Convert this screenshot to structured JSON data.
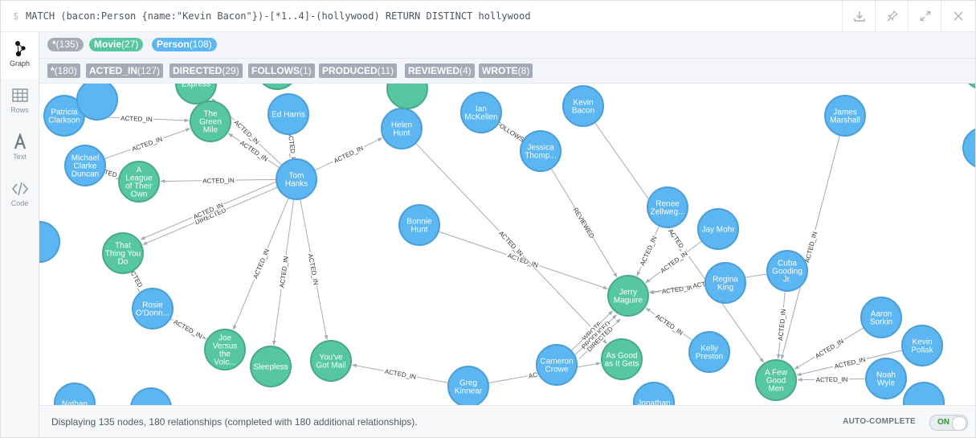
{
  "query": {
    "prompt": "$",
    "text": "MATCH (bacon:Person {name:\"Kevin Bacon\"})-[*1..4]-(hollywood) RETURN DISTINCT hollywood"
  },
  "toolbar": {
    "icons": [
      "download-icon",
      "pin-icon",
      "expand-icon",
      "close-icon"
    ]
  },
  "sidebar": {
    "items": [
      {
        "label": "Graph",
        "icon": "graph-icon",
        "active": true
      },
      {
        "label": "Rows",
        "icon": "table-icon",
        "active": false
      },
      {
        "label": "Text",
        "icon": "text-icon",
        "active": false
      },
      {
        "label": "Code",
        "icon": "code-icon",
        "active": false
      }
    ]
  },
  "labels": {
    "all": {
      "name": "*",
      "count": "(135)",
      "color": "#a5abb6"
    },
    "movie": {
      "name": "Movie",
      "count": "(27)",
      "color": "#57c7a3"
    },
    "person": {
      "name": "Person",
      "count": "(108)",
      "color": "#5bb6f2"
    }
  },
  "relationships": [
    {
      "name": "*",
      "count": "(180)"
    },
    {
      "name": "ACTED_IN",
      "count": "(127)"
    },
    {
      "name": "DIRECTED",
      "count": "(29)"
    },
    {
      "name": "FOLLOWS",
      "count": "(1)"
    },
    {
      "name": "PRODUCED",
      "count": "(11)"
    },
    {
      "name": "REVIEWED",
      "count": "(4)"
    },
    {
      "name": "WROTE",
      "count": "(8)"
    }
  ],
  "colors": {
    "movie_fill": "#57c7a3",
    "movie_stroke": "#4aa985",
    "person_fill": "#5bb6f2",
    "person_stroke": "#4b9ed6",
    "edge": "#a5abb6"
  },
  "graph": {
    "nodes": [
      {
        "id": "patricia",
        "type": "person",
        "lines": [
          "Patricia",
          "Clarkson"
        ]
      },
      {
        "id": "michael",
        "type": "person",
        "lines": [
          "Michael",
          "Clarke",
          "Duncan"
        ]
      },
      {
        "id": "ed",
        "type": "person",
        "lines": [
          "Ed Harris"
        ]
      },
      {
        "id": "helen",
        "type": "person",
        "lines": [
          "Helen",
          "Hunt"
        ]
      },
      {
        "id": "ian",
        "type": "person",
        "lines": [
          "Ian",
          "McKellen"
        ]
      },
      {
        "id": "kevinb",
        "type": "person",
        "lines": [
          "Kevin",
          "Bacon"
        ]
      },
      {
        "id": "jessica",
        "type": "person",
        "lines": [
          "Jessica",
          "Thomp..."
        ]
      },
      {
        "id": "james",
        "type": "person",
        "lines": [
          "James",
          "Marshall"
        ]
      },
      {
        "id": "tom",
        "type": "person",
        "lines": [
          "Tom",
          "Hanks"
        ]
      },
      {
        "id": "bonnie",
        "type": "person",
        "lines": [
          "Bonnie",
          "Hunt"
        ]
      },
      {
        "id": "renee",
        "type": "person",
        "lines": [
          "Renee",
          "Zellweg..."
        ]
      },
      {
        "id": "jay",
        "type": "person",
        "lines": [
          "Jay Mohr"
        ]
      },
      {
        "id": "regina",
        "type": "person",
        "lines": [
          "Regina",
          "King"
        ]
      },
      {
        "id": "cuba",
        "type": "person",
        "lines": [
          "Cuba",
          "Gooding",
          "Jr."
        ]
      },
      {
        "id": "rosie",
        "type": "person",
        "lines": [
          "Rosie",
          "O'Donn..."
        ]
      },
      {
        "id": "kelly",
        "type": "person",
        "lines": [
          "Kelly",
          "Preston"
        ]
      },
      {
        "id": "aaron",
        "type": "person",
        "lines": [
          "Aaron",
          "Sorkin"
        ]
      },
      {
        "id": "kevinp",
        "type": "person",
        "lines": [
          "Kevin",
          "Pollak"
        ]
      },
      {
        "id": "noah",
        "type": "person",
        "lines": [
          "Noah",
          "Wyle"
        ]
      },
      {
        "id": "cameron",
        "type": "person",
        "lines": [
          "Cameron",
          "Crowe"
        ]
      },
      {
        "id": "greg",
        "type": "person",
        "lines": [
          "Greg",
          "Kinnear"
        ]
      },
      {
        "id": "jonathan",
        "type": "person",
        "lines": [
          "Jonathan"
        ]
      },
      {
        "id": "nathan",
        "type": "person",
        "lines": [
          "Nathan"
        ]
      },
      {
        "id": "pp1",
        "type": "person",
        "lines": []
      },
      {
        "id": "pp2",
        "type": "person",
        "lines": []
      },
      {
        "id": "pp3",
        "type": "person",
        "lines": []
      },
      {
        "id": "pp4",
        "type": "person",
        "lines": []
      },
      {
        "id": "pp5",
        "type": "person",
        "lines": []
      },
      {
        "id": "greenmile",
        "type": "movie",
        "lines": [
          "The",
          "Green",
          "Mile"
        ]
      },
      {
        "id": "league",
        "type": "movie",
        "lines": [
          "A",
          "League",
          "of Their",
          "Own"
        ]
      },
      {
        "id": "thatthing",
        "type": "movie",
        "lines": [
          "That",
          "Thing You",
          "Do"
        ]
      },
      {
        "id": "joe",
        "type": "movie",
        "lines": [
          "Joe",
          "Versus",
          "the",
          "Volc..."
        ]
      },
      {
        "id": "sleepless",
        "type": "movie",
        "lines": [
          "Sleepless"
        ]
      },
      {
        "id": "mail",
        "type": "movie",
        "lines": [
          "You've",
          "Got Mail"
        ]
      },
      {
        "id": "jerry",
        "type": "movie",
        "lines": [
          "Jerry",
          "Maguire"
        ]
      },
      {
        "id": "asgood",
        "type": "movie",
        "lines": [
          "As Good",
          "as It Gets"
        ]
      },
      {
        "id": "afew",
        "type": "movie",
        "lines": [
          "A Few",
          "Good",
          "Men"
        ]
      },
      {
        "id": "express",
        "type": "movie",
        "lines": [
          "Express"
        ]
      },
      {
        "id": "mm1",
        "type": "movie",
        "lines": []
      },
      {
        "id": "mm2",
        "type": "movie",
        "lines": []
      },
      {
        "id": "mm3",
        "type": "movie",
        "lines": []
      }
    ],
    "edges": [
      {
        "from": "patricia",
        "to": "greenmile",
        "label": "ACTED_IN"
      },
      {
        "from": "michael",
        "to": "greenmile",
        "label": "ACTED_IN"
      },
      {
        "from": "tom",
        "to": "greenmile",
        "label": "ACTED_IN"
      },
      {
        "from": "tom",
        "to": "league",
        "label": "ACTED_IN"
      },
      {
        "from": "tom",
        "to": "thatthing",
        "label": "DIRECTED"
      },
      {
        "from": "tom",
        "to": "thatthing",
        "label": "ACTED_IN"
      },
      {
        "from": "tom",
        "to": "joe",
        "label": "ACTED_IN"
      },
      {
        "from": "tom",
        "to": "sleepless",
        "label": "ACTED_IN"
      },
      {
        "from": "tom",
        "to": "mail",
        "label": "ACTED_IN"
      },
      {
        "from": "tom",
        "to": "ed",
        "label": "ACTED_IN"
      },
      {
        "from": "tom",
        "to": "helen",
        "label": "ACTED_IN"
      },
      {
        "from": "tom",
        "to": "express",
        "label": "ACTED_IN"
      },
      {
        "from": "michael",
        "to": "league",
        "label": "ACTED_IN"
      },
      {
        "from": "rosie",
        "to": "thatthing",
        "label": "ACTED_IN"
      },
      {
        "from": "rosie",
        "to": "joe",
        "label": "ACTED_IN"
      },
      {
        "from": "bonnie",
        "to": "jerry",
        "label": "ACTED_IN"
      },
      {
        "from": "helen",
        "to": "asgood",
        "label": "ACTED_IN"
      },
      {
        "from": "ian",
        "to": "jessica",
        "label": "FOLLOWS"
      },
      {
        "from": "jessica",
        "to": "jerry",
        "label": "REVIEWED"
      },
      {
        "from": "kevinb",
        "to": "afew",
        "label": "ACTED_IN"
      },
      {
        "from": "renee",
        "to": "jerry",
        "label": "ACTED_IN"
      },
      {
        "from": "jay",
        "to": "jerry",
        "label": "ACTED_IN"
      },
      {
        "from": "regina",
        "to": "jerry",
        "label": "ACTED_IN"
      },
      {
        "from": "cuba",
        "to": "jerry",
        "label": "ACTED_IN"
      },
      {
        "from": "cuba",
        "to": "afew",
        "label": "ACTED_IN"
      },
      {
        "from": "kelly",
        "to": "jerry",
        "label": "ACTED_IN"
      },
      {
        "from": "cameron",
        "to": "jerry",
        "label": "WROTE"
      },
      {
        "from": "cameron",
        "to": "jerry",
        "label": "PRODUCED"
      },
      {
        "from": "cameron",
        "to": "jerry",
        "label": "DIRECTED"
      },
      {
        "from": "greg",
        "to": "mail",
        "label": "ACTED_IN"
      },
      {
        "from": "greg",
        "to": "asgood",
        "label": "ACTED_IN"
      },
      {
        "from": "aaron",
        "to": "afew",
        "label": "ACTED_IN"
      },
      {
        "from": "kevinp",
        "to": "afew",
        "label": "ACTED_IN"
      },
      {
        "from": "noah",
        "to": "afew",
        "label": "ACTED_IN"
      },
      {
        "from": "james",
        "to": "afew",
        "label": "ACTED_IN"
      }
    ]
  },
  "footer": {
    "status": "Displaying 135 nodes, 180 relationships (completed with 180 additional relationships).",
    "autocomplete_label": "AUTO-COMPLETE",
    "toggle_state": "ON"
  }
}
